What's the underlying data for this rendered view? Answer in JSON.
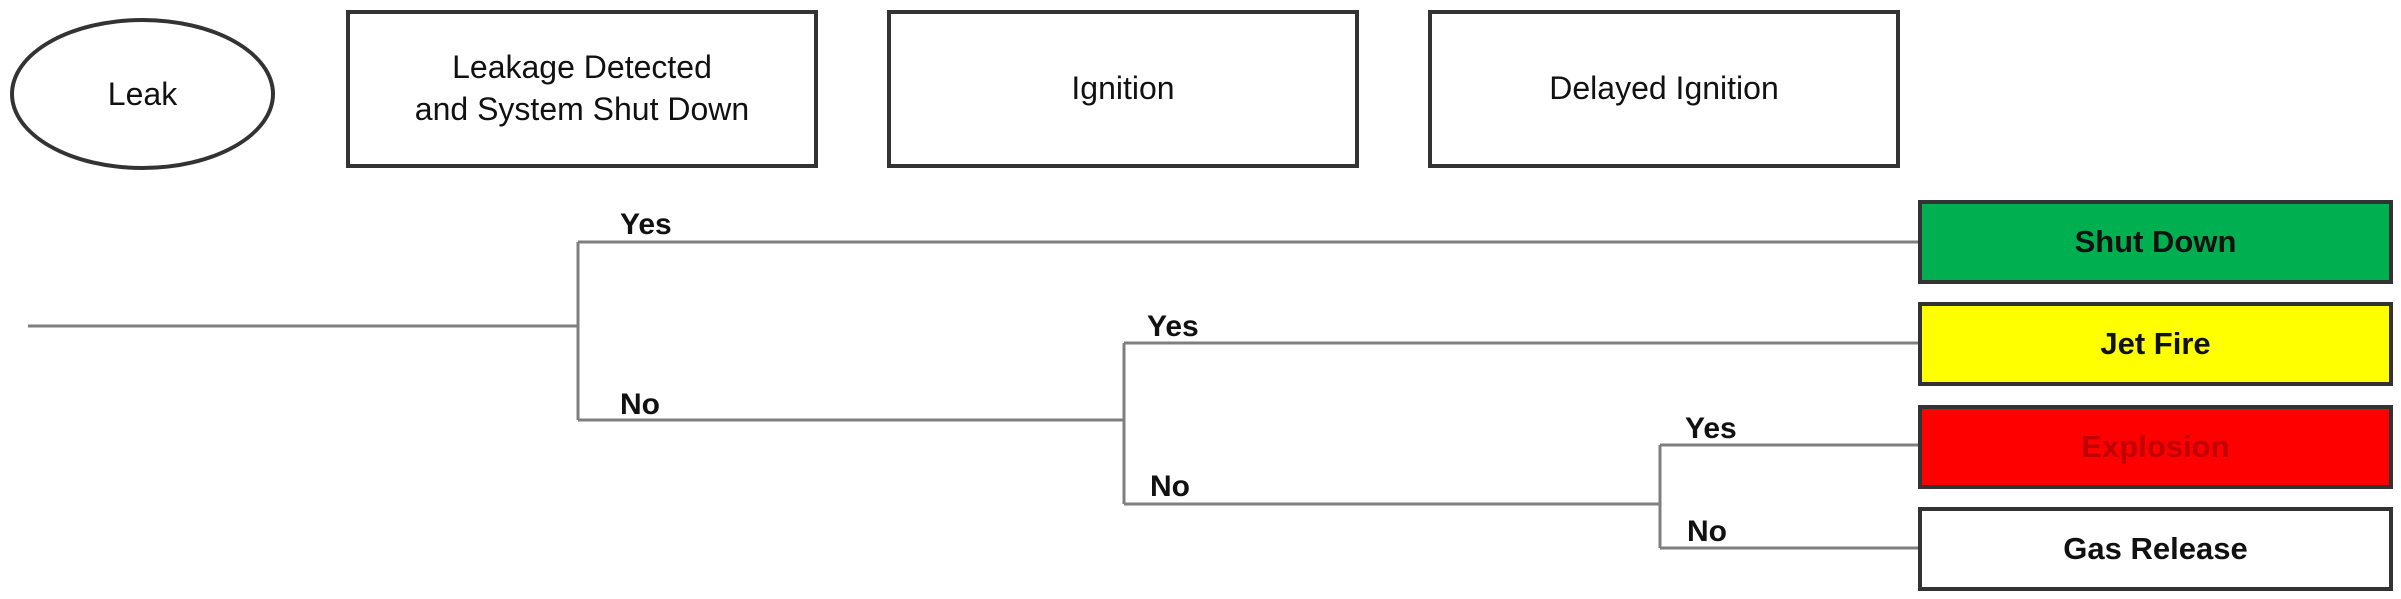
{
  "header": {
    "initiating_event": "Leak",
    "detection": "Leakage Detected\nand System Shut Down",
    "ignition": "Ignition",
    "delayed_ignition": "Delayed Ignition"
  },
  "branches": {
    "detection_yes": "Yes",
    "detection_no": "No",
    "ignition_yes": "Yes",
    "ignition_no": "No",
    "delayed_yes": "Yes",
    "delayed_no": "No"
  },
  "outcomes": [
    {
      "label": "Shut Down",
      "color": "#00b050",
      "text_color": "#111111"
    },
    {
      "label": "Jet Fire",
      "color": "#ffff00",
      "text_color": "#111111"
    },
    {
      "label": "Explosion",
      "color": "#ff0000",
      "text_color": "#c00000"
    },
    {
      "label": "Gas Release",
      "color": "#ffffff",
      "text_color": "#111111"
    }
  ]
}
